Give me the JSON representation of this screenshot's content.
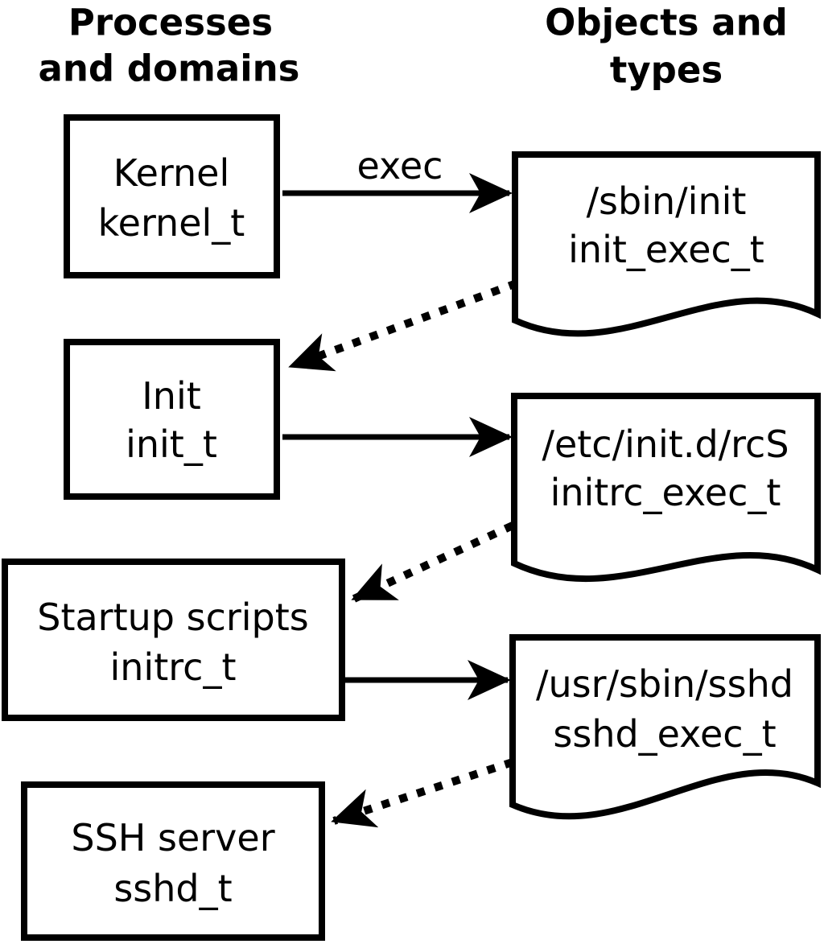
{
  "diagram": {
    "headers": {
      "left": {
        "line1": "Processes",
        "line2": "and domains"
      },
      "right": {
        "line1": "Objects and",
        "line2": "types"
      }
    },
    "process_boxes": [
      {
        "label": "Kernel",
        "domain": "kernel_t"
      },
      {
        "label": "Init",
        "domain": "init_t"
      },
      {
        "label": "Startup scripts",
        "domain": "initrc_t"
      },
      {
        "label": "SSH server",
        "domain": "sshd_t"
      }
    ],
    "object_docs": [
      {
        "path": "/sbin/init",
        "type": "init_exec_t"
      },
      {
        "path": "/etc/init.d/rcS",
        "type": "initrc_exec_t"
      },
      {
        "path": "/usr/sbin/sshd",
        "type": "sshd_exec_t"
      }
    ],
    "labels": {
      "exec": "exec"
    },
    "colors": {
      "line": "#000000",
      "background": "#ffffff"
    }
  }
}
